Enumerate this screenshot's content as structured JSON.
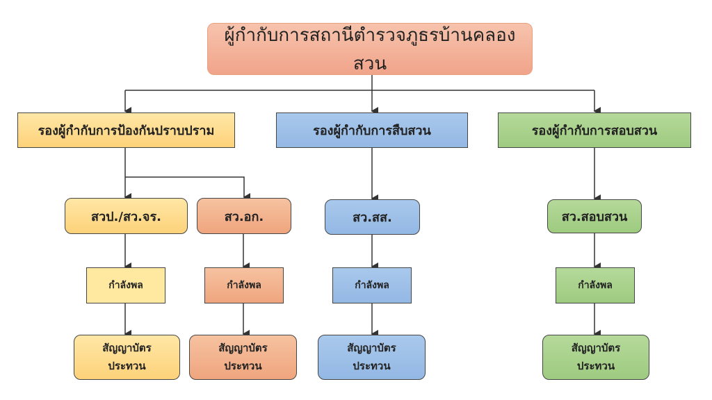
{
  "top": {
    "label": "ผู้กำกับการสถานีตำรวจภูธรบ้านคลองสวน"
  },
  "deputies": [
    {
      "label": "รองผู้กำกับการป้องกันปราบปราม"
    },
    {
      "label": "รองผู้กำกับการสืบสวน"
    },
    {
      "label": "รองผู้กำกับการสอบสวน"
    }
  ],
  "units": [
    {
      "label": "สวป./สว.จร."
    },
    {
      "label": "สว.อก."
    },
    {
      "label": "สว.สส."
    },
    {
      "label": "สว.สอบสวน"
    }
  ],
  "staff_label": "กำลังพล",
  "record_label": "สัญญาบัตร ประทวน",
  "colors": {
    "top": "#F4B39A",
    "yellow": "#FDD27A",
    "orange": "#EFA57E",
    "blue": "#93B8E4",
    "green": "#9ECB80"
  }
}
